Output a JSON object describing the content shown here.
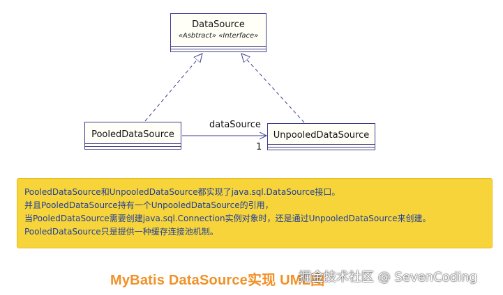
{
  "diagram": {
    "datasource": {
      "name": "DataSource",
      "stereotype": "«Asbtract» «Interface»"
    },
    "pooled": {
      "name": "PooledDataSource"
    },
    "unpooled": {
      "name": "UnpooledDataSource"
    },
    "association": {
      "role": "dataSource",
      "multiplicity": "1"
    }
  },
  "note": {
    "lines": [
      "PooledDataSource和UnpooledDataSource都实现了java.sql.DataSource接口。",
      "并且PooledDataSource持有一个UnpooledDataSource的引用，",
      "当PooledDataSource需要创建java.sql.Connection实例对象时，还是通过UnpooledDataSource来创建。",
      "PooledDataSource只是提供一种缓存连接池机制。"
    ]
  },
  "caption": "MyBatis DataSource实现 UML图",
  "watermark": "掘金技术社区 @ SevenCoding",
  "colors": {
    "note_bg": "#f7d43a",
    "note_text": "#1f3f9a",
    "caption": "#f19128",
    "box_border": "#3b3b8f"
  }
}
